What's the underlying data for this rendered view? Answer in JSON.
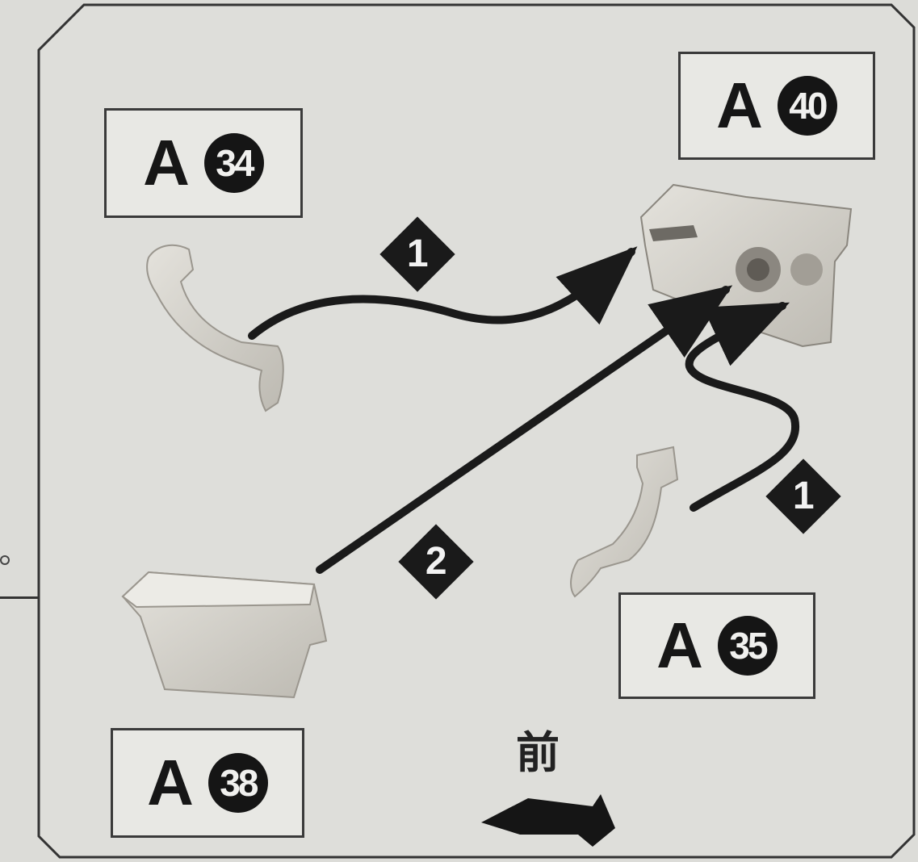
{
  "labels": {
    "a34": {
      "letter": "A",
      "num": "34"
    },
    "a40": {
      "letter": "A",
      "num": "40"
    },
    "a35": {
      "letter": "A",
      "num": "35"
    },
    "a38": {
      "letter": "A",
      "num": "38"
    }
  },
  "steps": {
    "step1_top": "1",
    "step1_right": "1",
    "step2": "2"
  },
  "front_label": "前",
  "colors": {
    "background": "#dcdcd8",
    "ink": "#1a1a1a",
    "part_fill": "#d3d0c8"
  }
}
